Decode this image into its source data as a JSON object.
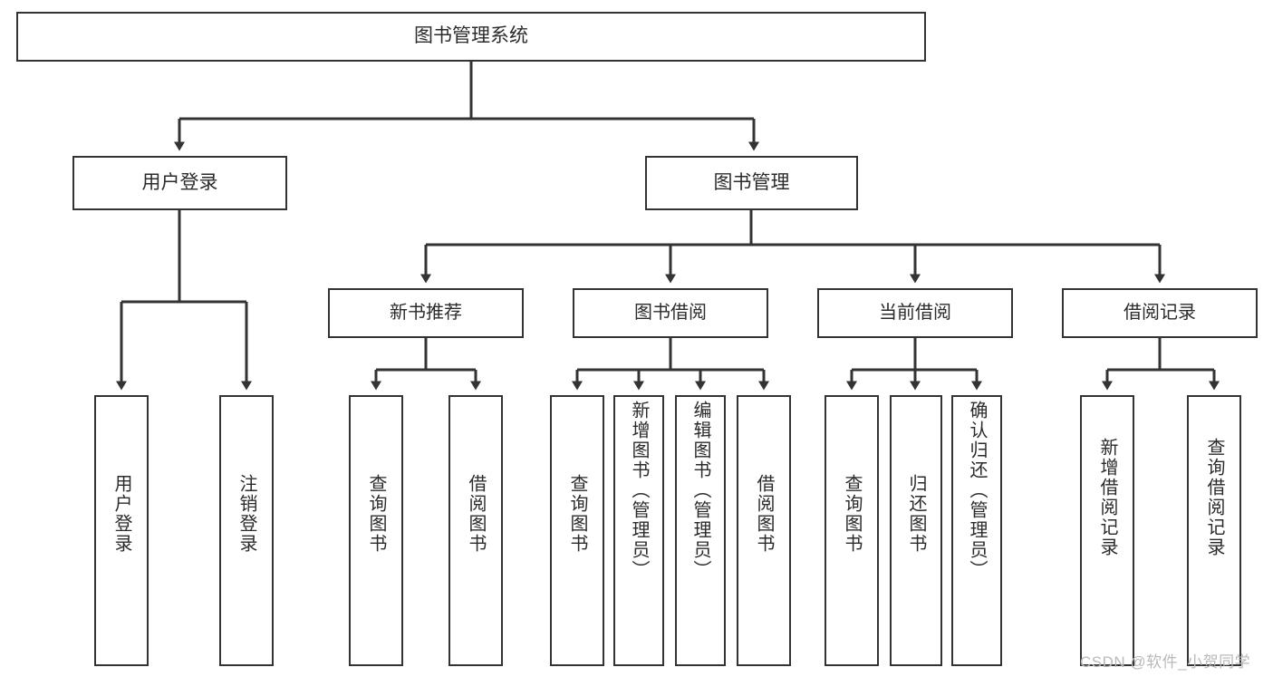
{
  "diagram": {
    "title": "图书管理系统",
    "type": "tree-hierarchy-diagram",
    "colors": {
      "background": "#ffffff",
      "box_border": "#333333",
      "box_fill": "#ffffff",
      "text": "#2b2b2b",
      "connector": "#333333",
      "watermark": "#b9b9b9"
    },
    "root": {
      "label": "图书管理系统"
    },
    "level2": [
      {
        "label": "用户登录"
      },
      {
        "label": "图书管理"
      }
    ],
    "level3": [
      {
        "label": "新书推荐"
      },
      {
        "label": "图书借阅"
      },
      {
        "label": "当前借阅"
      },
      {
        "label": "借阅记录"
      }
    ],
    "leaves": {
      "user_login": [
        {
          "label": "用户登录"
        },
        {
          "label": "注销登录"
        }
      ],
      "new_book_recommend": [
        {
          "label": "查询图书"
        },
        {
          "label": "借阅图书"
        }
      ],
      "book_borrow": [
        {
          "label": "查询图书"
        },
        {
          "label": "新增图书（管理员）"
        },
        {
          "label": "编辑图书（管理员）"
        },
        {
          "label": "借阅图书"
        }
      ],
      "current_borrow": [
        {
          "label": "查询图书"
        },
        {
          "label": "归还图书"
        },
        {
          "label": "确认归还（管理员）"
        }
      ],
      "borrow_record": [
        {
          "label": "新增借阅记录"
        },
        {
          "label": "查询借阅记录"
        }
      ]
    },
    "watermark": "CSDN @软件_小贺同学"
  }
}
